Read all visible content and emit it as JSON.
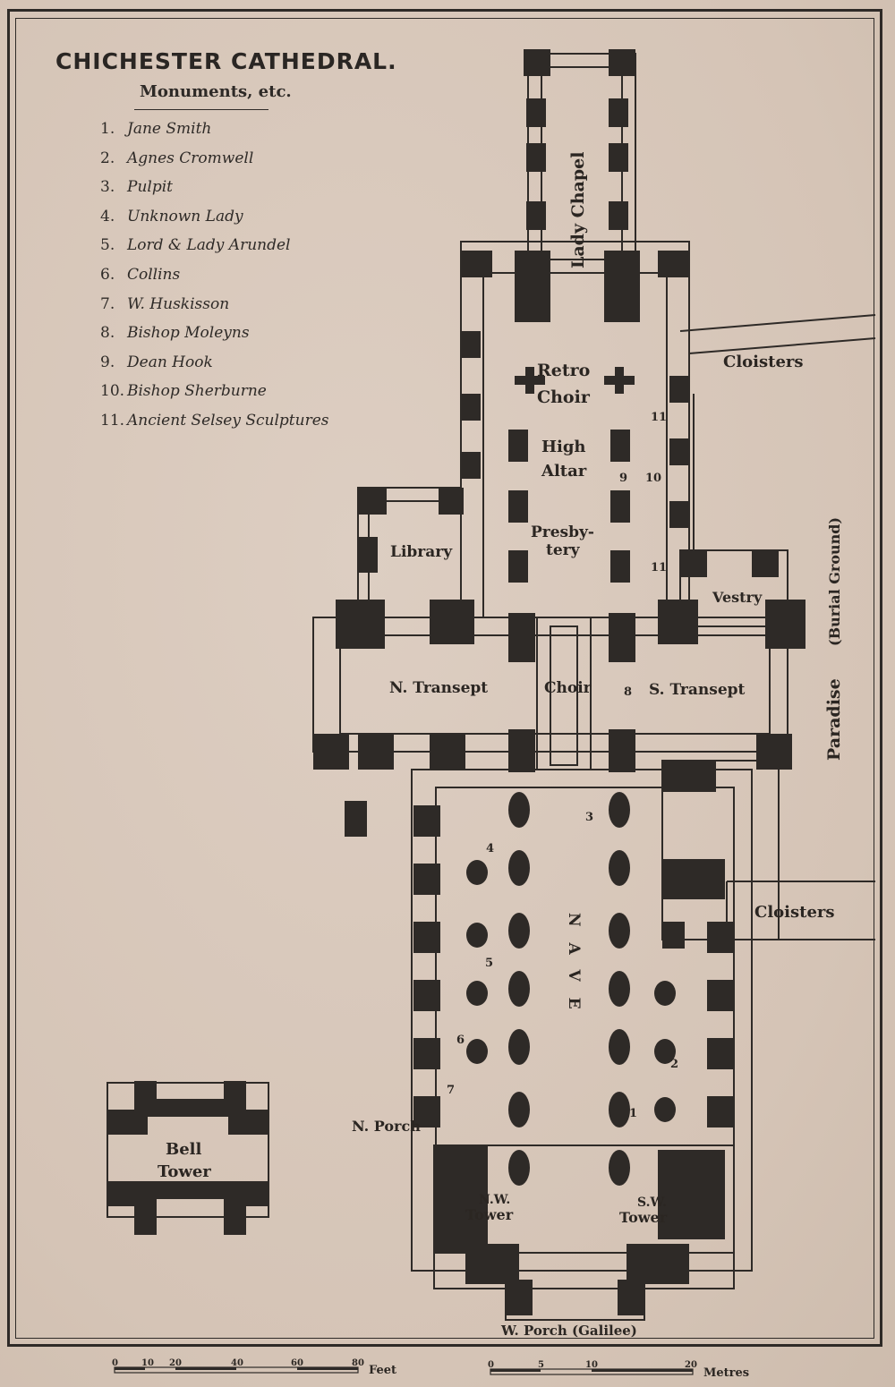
{
  "map": {
    "title": "CHICHESTER CATHEDRAL.",
    "subtitle": "Monuments, etc.",
    "legend": [
      {
        "num": "1.",
        "name": "Jane Smith"
      },
      {
        "num": "2.",
        "name": "Agnes Cromwell"
      },
      {
        "num": "3.",
        "name": "Pulpit"
      },
      {
        "num": "4.",
        "name": "Unknown Lady"
      },
      {
        "num": "5.",
        "name": "Lord & Lady Arundel"
      },
      {
        "num": "6.",
        "name": "Collins"
      },
      {
        "num": "7.",
        "name": "W. Huskisson"
      },
      {
        "num": "8.",
        "name": "Bishop Moleyns"
      },
      {
        "num": "9.",
        "name": "Dean Hook"
      },
      {
        "num": "10.",
        "name": "Bishop Sherburne"
      },
      {
        "num": "11.",
        "name": "Ancient Selsey Sculptures"
      }
    ],
    "labels": {
      "lady_chapel": "Lady Chapel",
      "cloisters": "Cloisters",
      "retro": "Retro",
      "choir_word": "Choir",
      "high": "High",
      "altar": "Altar",
      "presby_1": "Presby-",
      "presby_2": "tery",
      "library": "Library",
      "vestry": "Vestry",
      "paradise": "Paradise",
      "burial_ground": "(Burial Ground)",
      "n_transept": "N. Transept",
      "choir": "Choir",
      "s_transept": "S. Transept",
      "nave": "NAVE",
      "n_porch": "N. Porch",
      "bell_1": "Bell",
      "bell_2": "Tower",
      "nw_1": "N.W.",
      "nw_2": "Tower",
      "sw_1": "S.W.",
      "sw_2": "Tower",
      "w_porch": "W. Porch (Galilee)"
    },
    "markers": [
      "1",
      "2",
      "3",
      "4",
      "5",
      "6",
      "7",
      "8",
      "9",
      "10",
      "11",
      "11"
    ],
    "scales": {
      "feet": {
        "ticks": [
          "0",
          "10",
          "20",
          "40",
          "60",
          "80"
        ],
        "unit": "Feet"
      },
      "metres": {
        "ticks": [
          "0",
          "5",
          "10",
          "20"
        ],
        "unit": "Metres"
      }
    },
    "colors": {
      "ink": "#2e2a27",
      "paper": "#d9c9bc"
    }
  }
}
